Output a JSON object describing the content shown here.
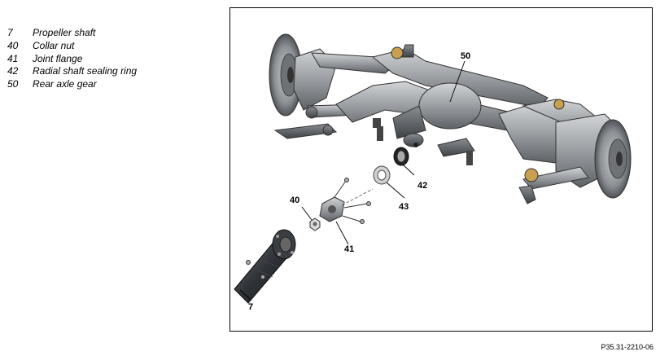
{
  "legend": [
    {
      "num": "7",
      "label": "Propeller shaft"
    },
    {
      "num": "40",
      "label": "Collar nut"
    },
    {
      "num": "41",
      "label": "Joint flange"
    },
    {
      "num": "42",
      "label": "Radial shaft sealing ring"
    },
    {
      "num": "50",
      "label": "Rear axle gear"
    }
  ],
  "callouts": {
    "c50": "50",
    "c42": "42",
    "c43": "43",
    "c40": "40",
    "c41": "41",
    "c7": "7"
  },
  "figure_code": "P35.31-2210-06"
}
